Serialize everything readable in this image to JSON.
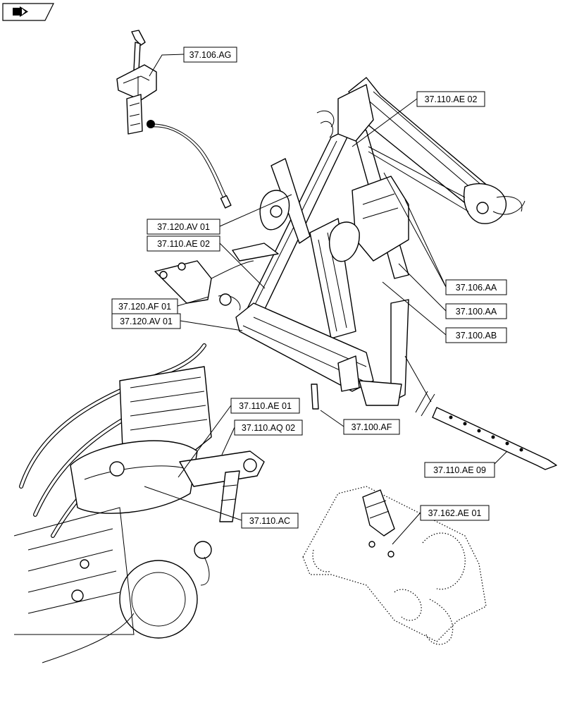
{
  "nav_icon": "forward-arrow-icon",
  "callouts": [
    {
      "id": "c1",
      "label": "37.106.AG"
    },
    {
      "id": "c2",
      "label": "37.110.AE 02"
    },
    {
      "id": "c3",
      "label": "37.120.AV 01"
    },
    {
      "id": "c4",
      "label": "37.110.AE 02"
    },
    {
      "id": "c5",
      "label": "37.106.AA"
    },
    {
      "id": "c6",
      "label": "37.120.AF 01"
    },
    {
      "id": "c7",
      "label": "37.100.AA"
    },
    {
      "id": "c8",
      "label": "37.120.AV 01"
    },
    {
      "id": "c9",
      "label": "37.100.AB"
    },
    {
      "id": "c10",
      "label": "37.110.AE 01"
    },
    {
      "id": "c11",
      "label": "37.100.AF"
    },
    {
      "id": "c12",
      "label": "37.110.AQ 02"
    },
    {
      "id": "c13",
      "label": "37.110.AE 09"
    },
    {
      "id": "c14",
      "label": "37.162.AE 01"
    },
    {
      "id": "c15",
      "label": "37.110.AC"
    }
  ]
}
